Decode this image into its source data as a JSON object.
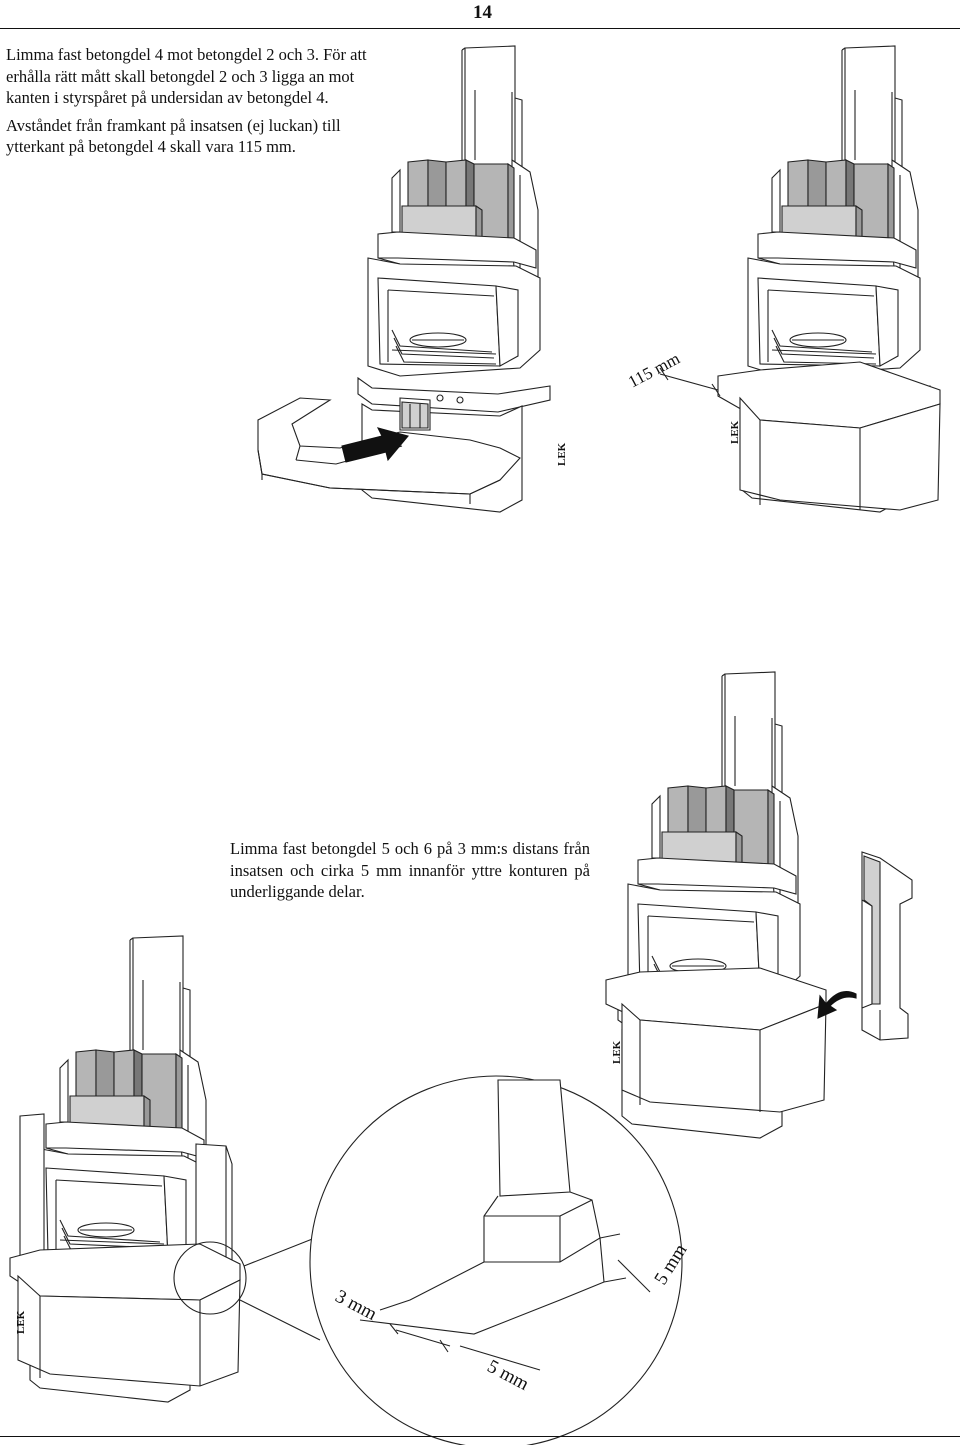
{
  "page": {
    "number": "14"
  },
  "step_1": {
    "paragraph_1": "Limma fast betongdel 4 mot betongdel 2 och 3. För att erhålla rätt mått skall betongdel 2 och 3 ligga an mot kanten i styrspåret på undersidan av betongdel 4.",
    "paragraph_2": "Avståndet från framkant på insatsen (ej luckan) till ytterkant på betongdel 4 skall vara 115 mm."
  },
  "step_2": {
    "paragraph": "Limma fast betongdel 5 och 6 på 3 mm:s distans från insatsen och cirka 5 mm innanför yttre konturen på underliggande delar."
  },
  "labels": {
    "stamp": "LEK",
    "dim_115": "115 mm",
    "dim_3": "3 mm",
    "dim_5a": "5 mm",
    "dim_5b": "5 mm"
  },
  "icons": [
    "push-arrow-icon",
    "curved-arrow-icon",
    "magnifier-circle-icon"
  ]
}
